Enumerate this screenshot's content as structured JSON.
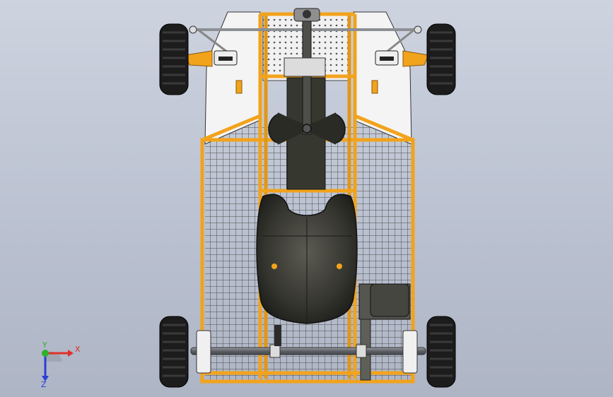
{
  "viewport": {
    "background_top": "#cdd3df",
    "background_bottom": "#aeb5c5"
  },
  "colors": {
    "frame_orange": "#f2a31c",
    "frame_orange_dark": "#b77712",
    "panel_white": "#f4f4f4",
    "mesh": "#5a5a5a",
    "tire": "#1c1c1c",
    "seat": "#34342f",
    "axle": "#6b6e73"
  },
  "triad": {
    "x_label": "X",
    "y_label": "Y",
    "z_label": "Z",
    "x_color": "#e0302a",
    "y_color": "#2fb02f",
    "z_color": "#2a3fd6"
  }
}
